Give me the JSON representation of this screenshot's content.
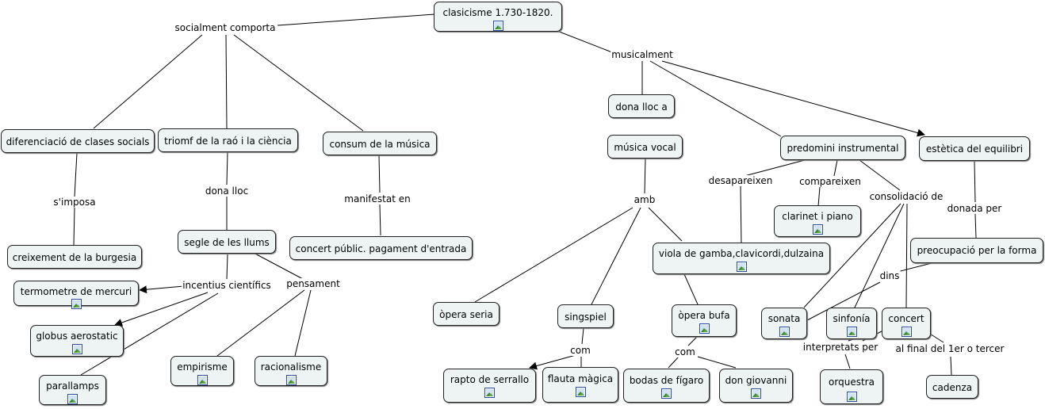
{
  "concepts": {
    "clasicisme": "clasicisme  1.730-1820.",
    "diferenciacio": "diferenciació de clases socials",
    "triomf": "triomf de la raó i la ciència",
    "consum": "consum de la música",
    "creixement": "creixement de la burgesia",
    "segle": "segle de les llums",
    "concert_public": "concert públic. pagament d'entrada",
    "termometre": "termometre de mercuri",
    "globus": "globus aerostatic",
    "parallamps": "parallamps",
    "empirisme": "empirisme",
    "racionalisme": "racionalisme",
    "dona_lloc_a": "dona lloc a",
    "musica_vocal": "música vocal",
    "predomini": "predomini instrumental",
    "estetica": "estètica del equilibri",
    "clarinet": "clarinet i piano",
    "viola": "viola de gamba,clavicordi,dulzaina",
    "preocupacio": "preocupació per la forma",
    "opera_seria": "òpera seria",
    "singspiel": "singspiel",
    "opera_bufa": "òpera bufa",
    "sonata": "sonata",
    "sinfonia": "sinfonía",
    "concert": "concert",
    "rapto": "rapto de serrallo",
    "flauta": "flauta màgica",
    "bodas": "bodas de fígaro",
    "don_giovanni": "don giovanni",
    "orquestra": "orquestra",
    "cadenza": "cadenza"
  },
  "links": {
    "socialment": "socialment comporta",
    "musicalment": "musicalment",
    "simposa": "s'imposa",
    "dona_lloc": "dona lloc",
    "manifestat": "manifestat en",
    "incentius": "incentius científics",
    "pensament": "pensament",
    "amb": "amb",
    "desapareixen": "desapareixen",
    "compareixen": "compareixen",
    "consolidacio": "consolidació de",
    "donada_per": "donada per",
    "dins": "dins",
    "com1": "com",
    "com2": "com",
    "interpretats": "interpretats per",
    "al_final": "al  final del 1er o tercer"
  },
  "colors": {
    "node_fill": "#eef4f4",
    "node_border": "#222222",
    "line": "#000000",
    "image_icon_border": "#2a4ea0"
  },
  "icons": {
    "image_attachment": "image-icon"
  }
}
